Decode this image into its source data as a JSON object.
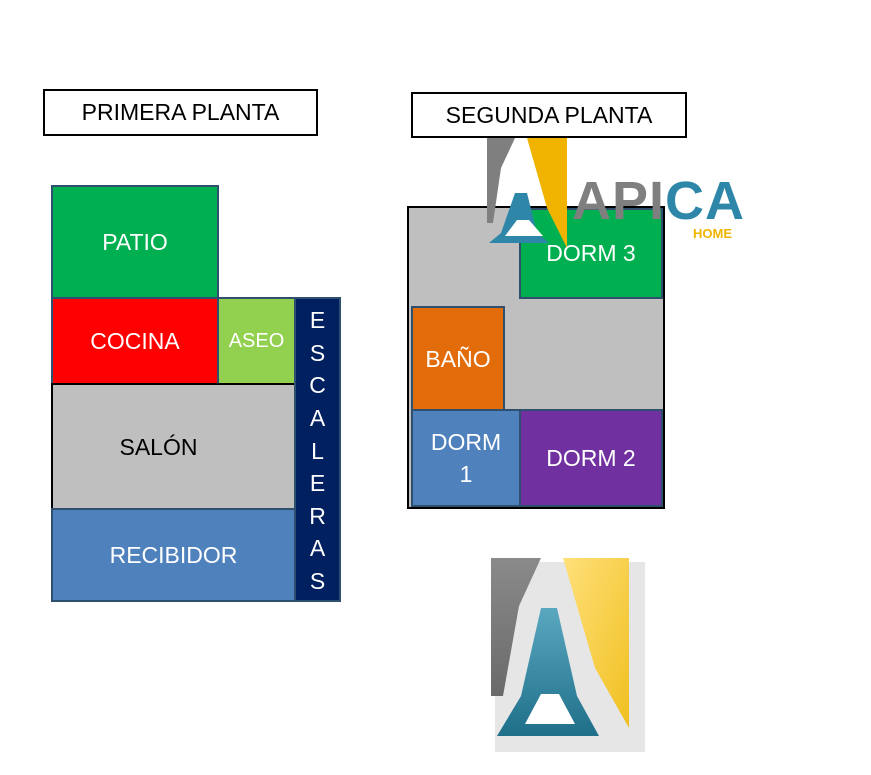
{
  "floors": {
    "first": {
      "title": "PRIMERA PLANTA",
      "rooms": {
        "patio": "PATIO",
        "cocina": "COCINA",
        "aseo": "ASEO",
        "salon": "SALÓN",
        "recibidor": "RECIBIDOR",
        "escaleras": [
          "E",
          "S",
          "C",
          "A",
          "L",
          "E",
          "R",
          "A",
          "S"
        ]
      }
    },
    "second": {
      "title": "SEGUNDA PLANTA",
      "rooms": {
        "dorm3": "DORM 3",
        "bano": "BAÑO",
        "dorm1_line1": "DORM",
        "dorm1_line2": "1",
        "dorm2": "DORM 2"
      }
    }
  },
  "brand": {
    "name": "APICA",
    "sub": "HOME"
  },
  "colors": {
    "green": "#00b050",
    "red": "#ff0000",
    "light_green": "#92d050",
    "gray": "#bfbfbf",
    "blue": "#4f81bd",
    "navy": "#002060",
    "orange": "#e26b0a",
    "purple": "#7030a0",
    "teal": "#2e86a8",
    "gold": "#f0b400"
  }
}
